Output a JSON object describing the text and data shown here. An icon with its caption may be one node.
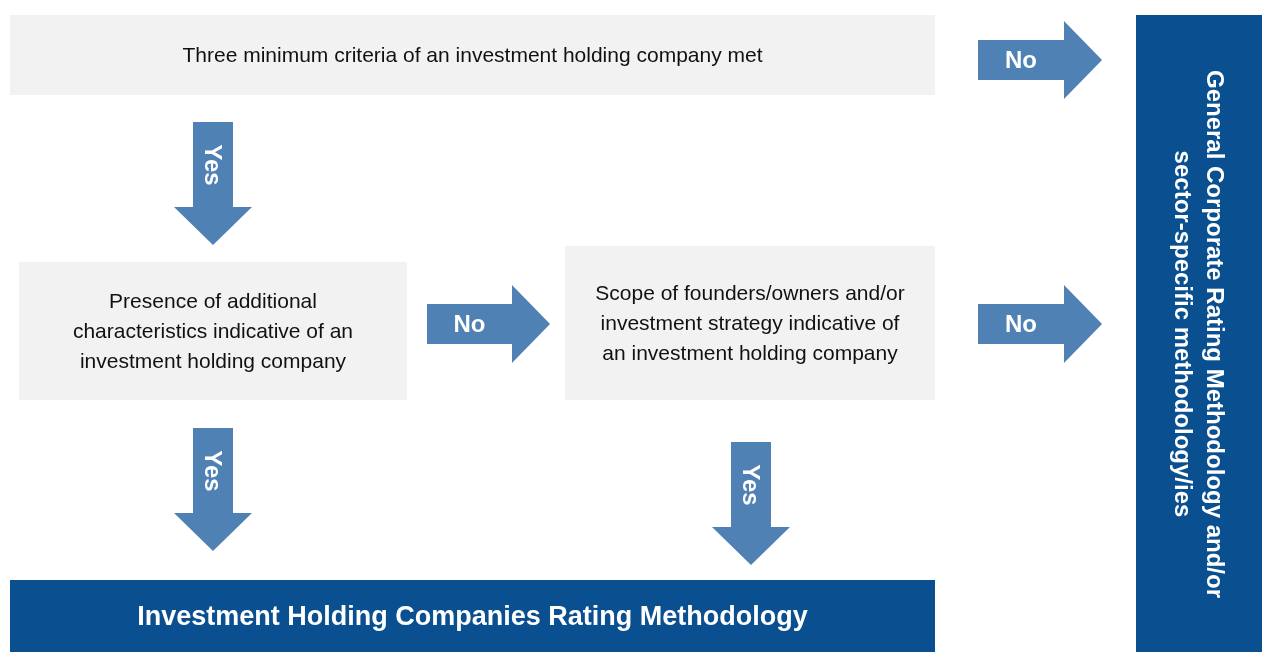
{
  "diagram": {
    "nodes": [
      {
        "text": [
          "Three minimum criteria of an investment holding company met"
        ]
      },
      {
        "text": [
          "Presence of additional characteristics indicative of an investment holding company"
        ]
      },
      {
        "text": [
          "Scope of founders/owners and/or investment strategy indicative of an investment holding company"
        ]
      },
      {
        "text": [
          "Investment Holding Companies Rating Methodology"
        ]
      },
      {
        "text": [
          "General Corporate Rating Methodology and/or sector-specific methodology/ies"
        ]
      }
    ],
    "edges": [
      {
        "from": 0,
        "to": 4,
        "arrow": "to",
        "label": "No"
      },
      {
        "from": 0,
        "to": 1,
        "arrow": "to",
        "label": "Yes"
      },
      {
        "from": 1,
        "to": 3,
        "arrow": "to",
        "label": "Yes"
      },
      {
        "from": 1,
        "to": 2,
        "arrow": "to",
        "label": "No"
      },
      {
        "from": 2,
        "to": 4,
        "arrow": "to",
        "label": "No"
      },
      {
        "from": 2,
        "to": 3,
        "arrow": "to",
        "label": "Yes"
      }
    ]
  }
}
